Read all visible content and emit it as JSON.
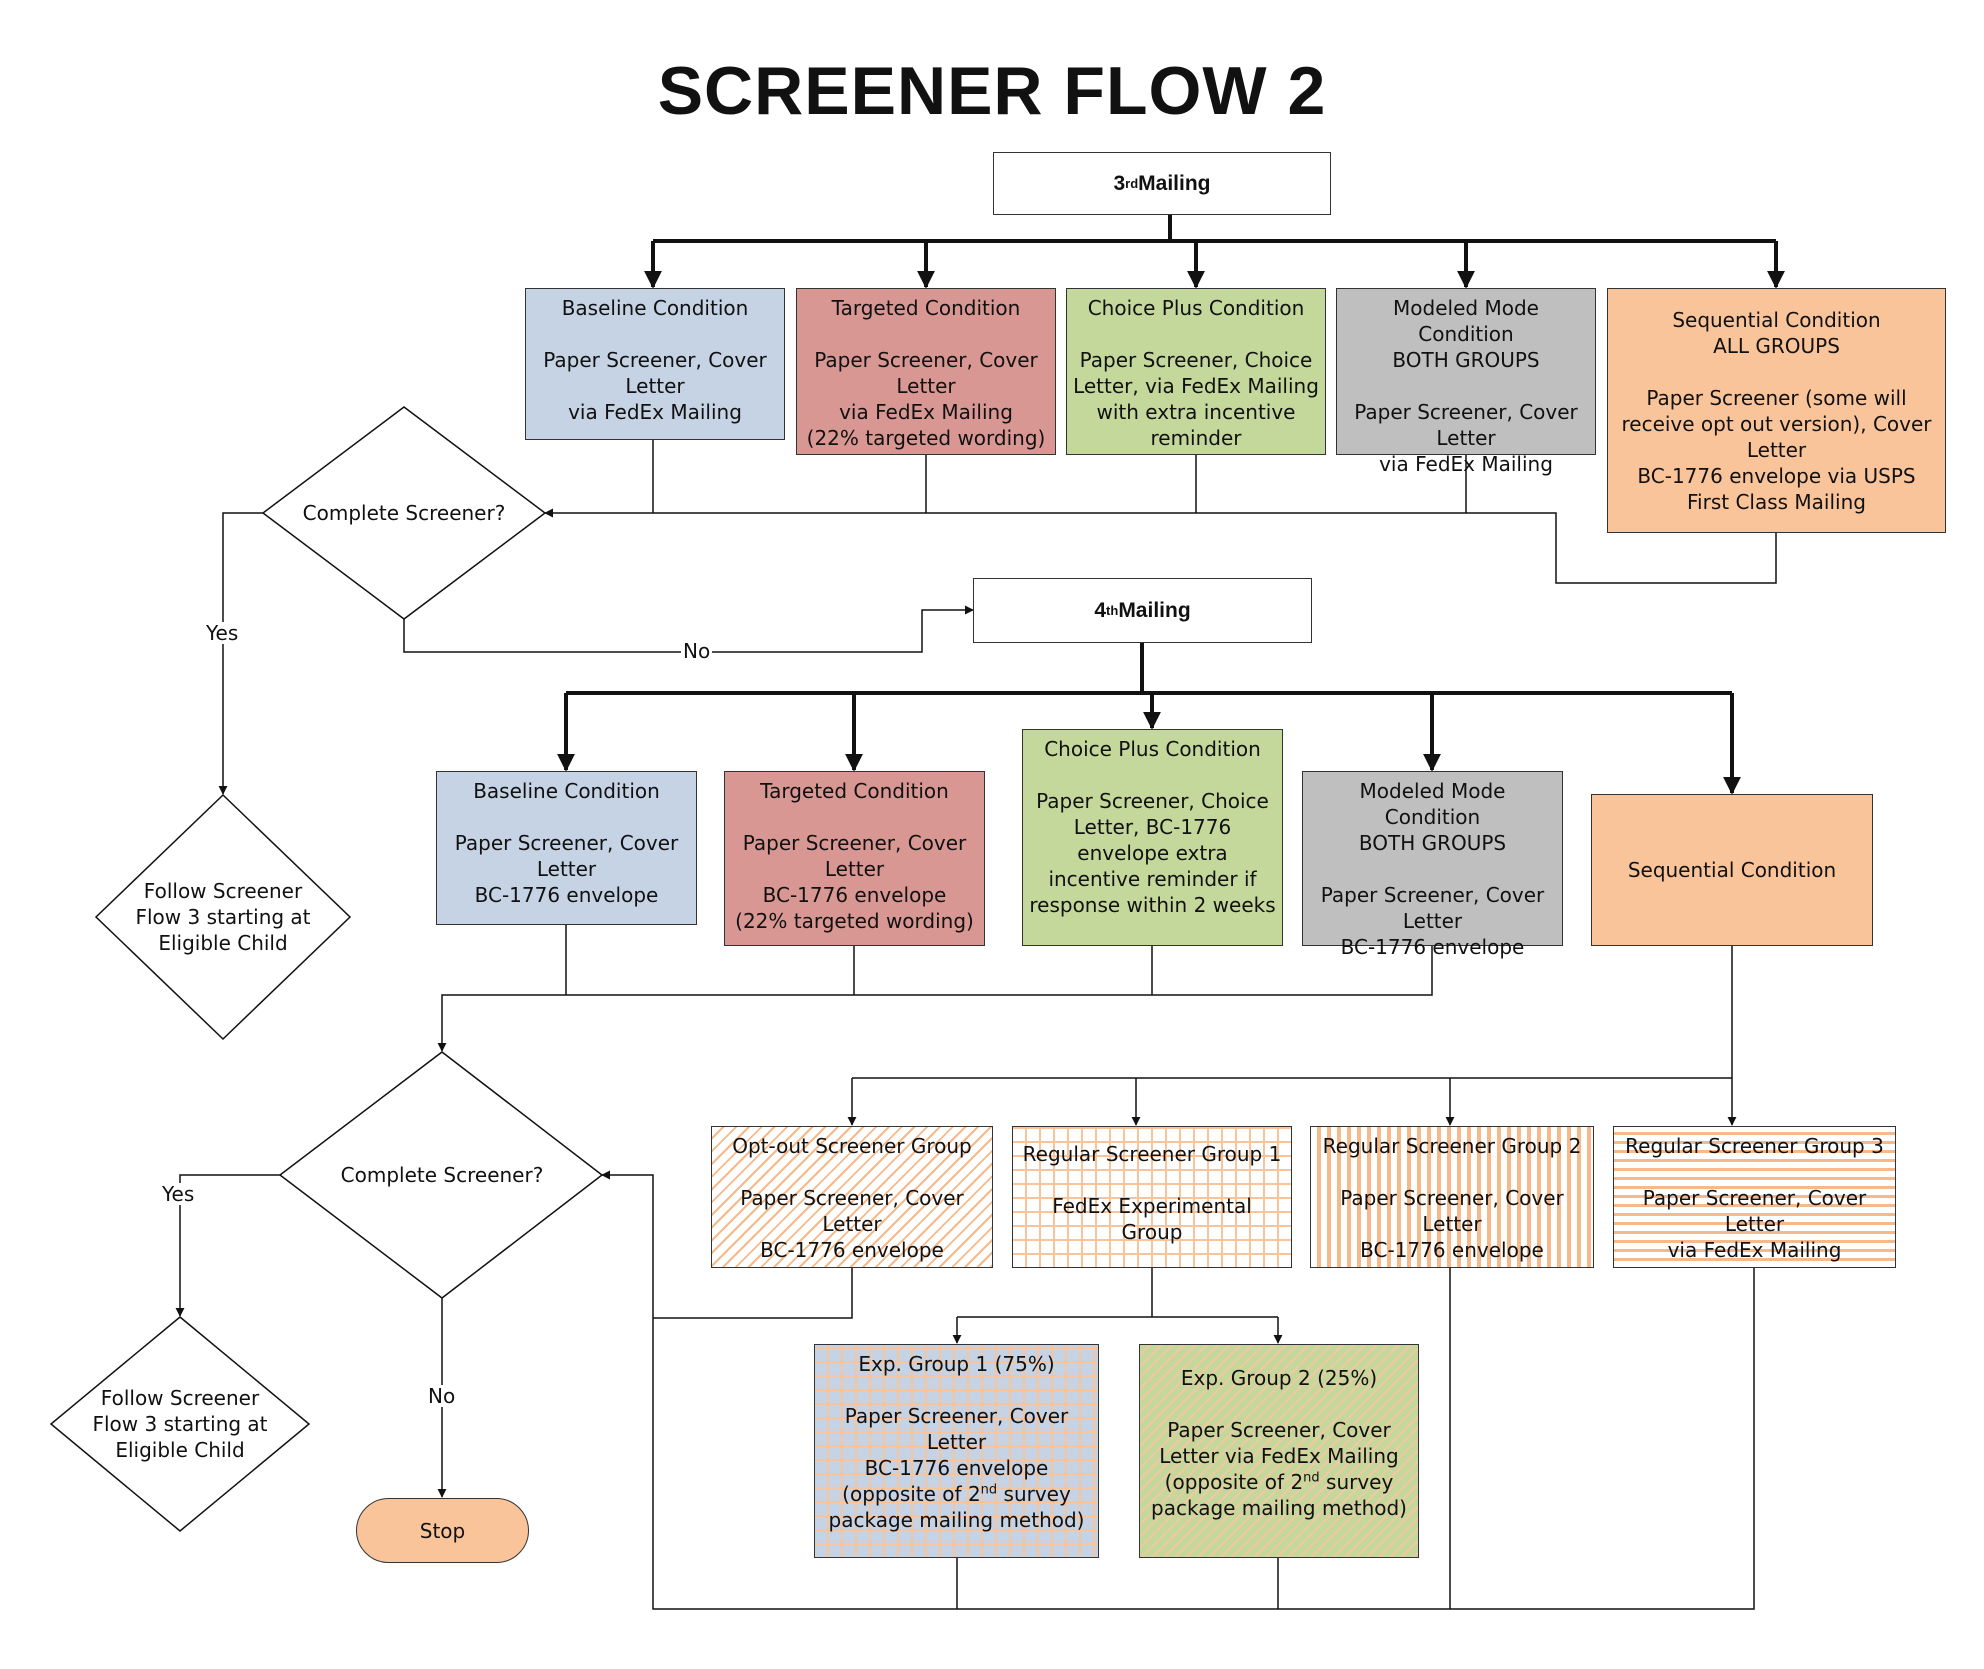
{
  "title": "SCREENER FLOW 2",
  "mailing3": {
    "pre": "3",
    "sup": "rd",
    "post": " Mailing"
  },
  "mailing4": {
    "pre": "4",
    "sup": "th",
    "post": " Mailing"
  },
  "row1": [
    {
      "text": "Baseline Condition\n\nPaper Screener, Cover Letter\nvia FedEx Mailing"
    },
    {
      "text": "Targeted Condition\n\nPaper Screener, Cover Letter\nvia FedEx Mailing\n(22% targeted wording)"
    },
    {
      "text": "Choice Plus Condition\n\nPaper Screener, Choice Letter, via FedEx Mailing with extra incentive reminder"
    },
    {
      "text": "Modeled Mode Condition\nBOTH GROUPS\n\nPaper Screener, Cover Letter\nvia FedEx Mailing"
    },
    {
      "text": "Sequential Condition\nALL GROUPS\n\nPaper Screener (some will receive opt out version), Cover Letter\nBC-1776 envelope via USPS First Class Mailing"
    }
  ],
  "row2": [
    {
      "text": "Baseline Condition\n\nPaper Screener, Cover Letter\nBC-1776 envelope"
    },
    {
      "text": "Targeted Condition\n\nPaper Screener, Cover Letter\nBC-1776 envelope\n(22% targeted wording)"
    },
    {
      "text": "Choice Plus Condition\n\nPaper Screener, Choice Letter, BC-1776 envelope extra incentive reminder if response within 2 weeks"
    },
    {
      "text": "Modeled Mode Condition\nBOTH GROUPS\n\nPaper Screener, Cover Letter\nBC-1776 envelope"
    },
    {
      "text": "Sequential Condition"
    }
  ],
  "groups": [
    {
      "text": "Opt-out Screener Group\n\nPaper Screener, Cover Letter\nBC-1776 envelope"
    },
    {
      "text": "Regular Screener Group 1\n\nFedEx Experimental Group"
    },
    {
      "text": "Regular Screener Group 2\n\nPaper Screener, Cover Letter\nBC-1776 envelope"
    },
    {
      "text": "Regular Screener Group 3\n\nPaper Screener, Cover Letter\nvia FedEx Mailing"
    }
  ],
  "exp1": {
    "title": "Exp. Group 1 (75%)",
    "body": "Paper Screener, Cover Letter\nBC-1776 envelope",
    "p_pre": "(opposite of 2",
    "p_sup": "nd",
    "p_post": " survey package mailing method)"
  },
  "exp2": {
    "title": "Exp. Group 2 (25%)",
    "body": "Paper Screener, Cover Letter via FedEx Mailing",
    "p_pre": "(opposite of 2",
    "p_sup": "nd",
    "p_post": " survey package mailing method)"
  },
  "decision1": "Complete Screener?",
  "decision2": "Complete Screener?",
  "follow1": "Follow Screener\nFlow 3 starting at\nEligible Child",
  "follow2": "Follow Screener\nFlow 3 starting at\nEligible Child",
  "labels": {
    "yes1": "Yes",
    "no1": "No",
    "yes2": "Yes",
    "no2": "No"
  },
  "stop": "Stop"
}
